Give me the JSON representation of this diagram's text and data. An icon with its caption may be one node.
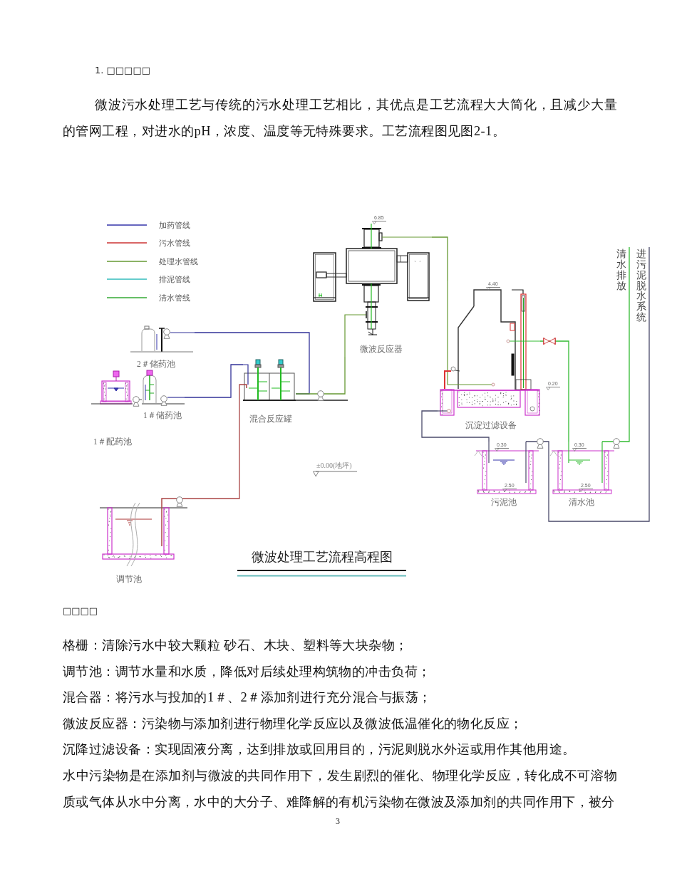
{
  "diagram": {
    "caption": "微波处理工艺流程高程图",
    "nodes": [
      {
        "text": [
          "2＃储药池"
        ]
      },
      {
        "text": [
          "1＃储药池"
        ]
      },
      {
        "text": [
          "1＃配药池"
        ]
      },
      {
        "text": [
          "混合反应罐"
        ]
      },
      {
        "text": [
          "调节池"
        ]
      },
      {
        "text": [
          "微波反应器"
        ],
        "beside": [
          "6.85"
        ]
      },
      {
        "text": [
          "4.40",
          "沉淀过滤设备"
        ]
      },
      {
        "text": [
          "0.30",
          "2.50",
          "污泥池"
        ]
      },
      {
        "text": [
          "0.30",
          "2.50",
          "清水池"
        ]
      },
      {
        "text": [
          "清水排放"
        ]
      },
      {
        "text": [
          "进污泥脱水系统"
        ]
      }
    ],
    "edges": [
      {
        "from": 4,
        "to": 3,
        "arrow": "none",
        "color": "#aa4444"
      },
      {
        "from": 2,
        "to": 1,
        "arrow": "none",
        "color": "#777777"
      },
      {
        "from": 1,
        "to": 3,
        "arrow": "none",
        "color": "#333399"
      },
      {
        "from": 0,
        "to": 3,
        "arrow": "none",
        "color": "#333399"
      },
      {
        "from": 3,
        "to": 5,
        "arrow": "none",
        "color": "#669933"
      },
      {
        "from": 5,
        "to": 6,
        "arrow": "none",
        "color": "#669933"
      },
      {
        "from": 6,
        "to": 8,
        "arrow": "none",
        "color": "#33bb33"
      },
      {
        "from": 6,
        "to": 7,
        "arrow": "none",
        "color": "#4b4b6b"
      },
      {
        "from": 8,
        "to": 9,
        "arrow": "none",
        "color": "#33bb33"
      },
      {
        "from": 7,
        "to": 10,
        "arrow": "none",
        "color": "#4b4b6b"
      }
    ],
    "labels": [
      "1. □□□□□",
      "微波污水处理工艺与传统的污水处理工艺相比，其优点是工艺流程大大简化，且减少大量的管网工程，对进水的pH，浓度、温度等无特殊要求。工艺流程图见图2-1。",
      "0.20",
      "±0.00(地坪)",
      "□□□□",
      "格栅：清除污水中较大颗粒 砂石、木块、塑料等大块杂物；",
      "调节池：调节水量和水质，降低对后续处理构筑物的冲击负荷；",
      "混合器：将污水与投加的1＃、2＃添加剂进行充分混合与振荡；",
      "微波反应器：污染物与添加剂进行物理化学反应以及微波低温催化的物化反应；",
      "沉降过滤设备：实现固液分离，达到排放或回用目的，污泥则脱水外运或用作其他用途。",
      "水中污染物是在添加剂与微波的共同作用下，发生剧烈的催化、物理化学反应，转化成不可溶物质或气体从水中分离，水中的大分子、难降解的有机污染物在微波及添加剂的共同作用下，被分",
      "3"
    ],
    "legend": [
      {
        "text": "加药管线"
      },
      {
        "text": "污水管线"
      },
      {
        "text": "处理水管线"
      },
      {
        "text": "排泥管线"
      },
      {
        "text": "清水管线"
      }
    ]
  }
}
